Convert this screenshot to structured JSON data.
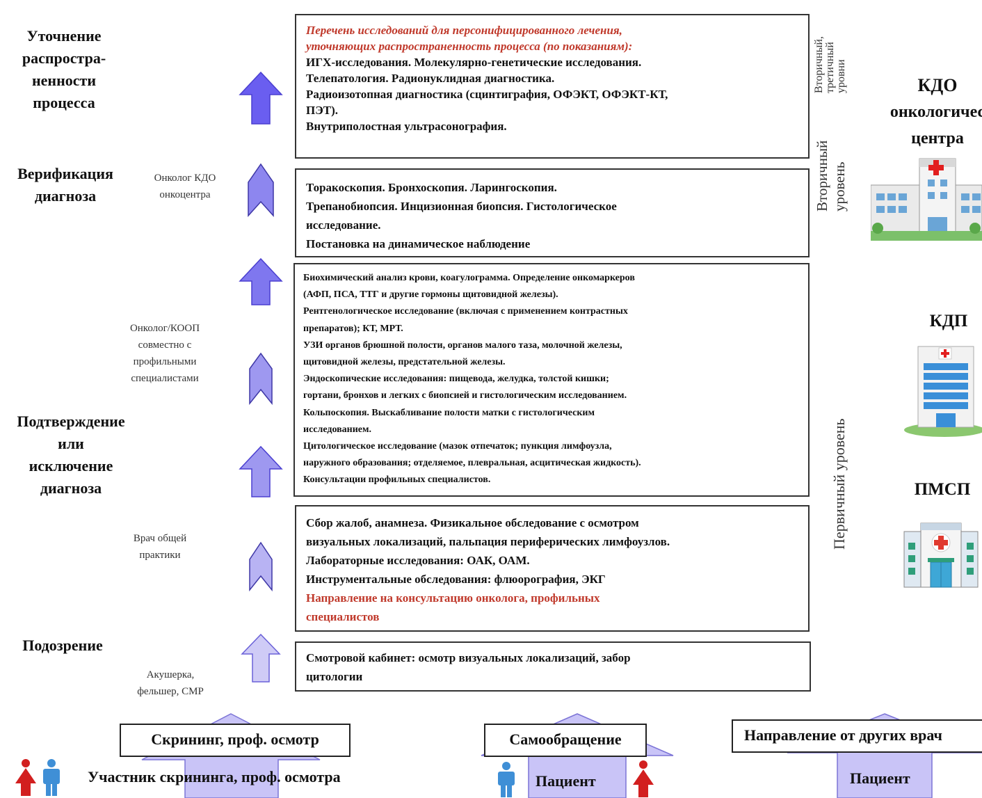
{
  "stages": [
    {
      "id": "refine",
      "lines": [
        "Уточнение",
        "распростра-",
        "ненности",
        "процесса"
      ]
    },
    {
      "id": "verify",
      "lines": [
        "Верификация",
        "диагноза"
      ]
    },
    {
      "id": "confirm",
      "lines": [
        "Подтверждение",
        "или",
        "исключение",
        "диагноза"
      ]
    },
    {
      "id": "suspicion",
      "lines": [
        "Подозрение"
      ]
    }
  ],
  "roles": [
    {
      "id": "oncologist-kdo",
      "lines": [
        "Онколог КДО",
        "онкоцентра"
      ]
    },
    {
      "id": "oncologist-koop",
      "lines": [
        "Онколог/КООП",
        "совместно с",
        "профильными",
        "специалистами"
      ]
    },
    {
      "id": "gp",
      "lines": [
        "Врач общей",
        "практики"
      ]
    },
    {
      "id": "midwife",
      "lines": [
        "Акушерка,",
        "фельшер, СМР"
      ]
    }
  ],
  "boxes": {
    "box1": {
      "red_lines": [
        "Перечень исследований для персонифицированного лечения,",
        "уточняющих распространенность процесса (по показаниям):"
      ],
      "lines": [
        "ИГХ-исследования. Молекулярно-генетические исследования.",
        "Телепатология. Радионуклидная диагностика.",
        "Радиоизотопная диагностика (сцинтиграфия, ОФЭКТ, ОФЭКТ-КТ,",
        "ПЭТ).",
        "Внутриполостная ультрасонография."
      ]
    },
    "box2": {
      "lines": [
        "Торакоскопия. Бронхоскопия. Ларингоскопия.",
        "Трепанобиопсия. Инцизионная биопсия. Гистологическое",
        "исследование.",
        "Постановка на динамическое наблюдение"
      ]
    },
    "box3": {
      "lines": [
        "Биохимический анализ крови, коагулограмма. Определение онкомаркеров",
        "(АФП, ПСА, ТТГ и другие гормоны щитовидной железы).",
        "Рентгенологическое исследование (включая с применением контрастных",
        "препаратов); КТ, МРТ.",
        "УЗИ органов брюшной полости, органов малого таза, молочной железы,",
        "щитовидной железы, предстательной железы.",
        "Эндоскопические исследования: пищевода, желудка, толстой кишки;",
        "гортани, бронхов и легких с биопсией и гистологическим исследованием.",
        "Кольпоскопия.  Выскабливание полости матки с гистологическим",
        "исследованием.",
        "Цитологическое исследование (мазок отпечаток; пункция лимфоузла,",
        "наружного образования; отделяемое, плевральная, асцитическая жидкость).",
        "Консультации профильных специалистов."
      ]
    },
    "box4": {
      "lines": [
        "Сбор жалоб, анамнеза. Физикальное обследование с осмотром",
        "визуальных локализаций, пальпация периферических лимфоузлов.",
        "Лабораторные исследования: ОАК, ОАМ.",
        "Инструментальные обследования: флюорография, ЭКГ"
      ],
      "red_lines": [
        "Направление на консультацию онколога, профильных",
        "специалистов"
      ]
    },
    "box5": {
      "lines": [
        "Смотровой кабинет: осмотр визуальных локализаций, забор",
        "цитологии"
      ]
    }
  },
  "levels": {
    "secondary_tertiary": [
      "Вторичный,",
      "третичный",
      "уровни"
    ],
    "secondary": [
      "Вторичный",
      "уровень"
    ],
    "primary": "Первичный уровень"
  },
  "facilities": {
    "kdo": [
      "КДО",
      "онкологичес",
      "центра"
    ],
    "kdp": "КДП",
    "pmsp": "ПМСП"
  },
  "entries": {
    "screening": "Скрининг, проф. осмотр",
    "self_referral": "Самообращение",
    "referral": "Направление от других врач",
    "screening_participant": "Участник скрининга, проф. осмотра",
    "patient_1": "Пациент",
    "patient_2": "Пациент"
  },
  "colors": {
    "arrow_dark": "#6a5ef0",
    "arrow_mid": "#8d86ef",
    "arrow_light": "#b8b3f3",
    "red_text": "#c0392b",
    "female_icon": "#d21f1f",
    "male_icon": "#3f8fd6",
    "lavender": "#c9c4f7"
  },
  "icons": [
    "hospital-large-icon",
    "hospital-tower-icon",
    "clinic-icon",
    "female-person-icon",
    "male-person-icon",
    "up-arrow-icon",
    "chevron-up-icon"
  ]
}
